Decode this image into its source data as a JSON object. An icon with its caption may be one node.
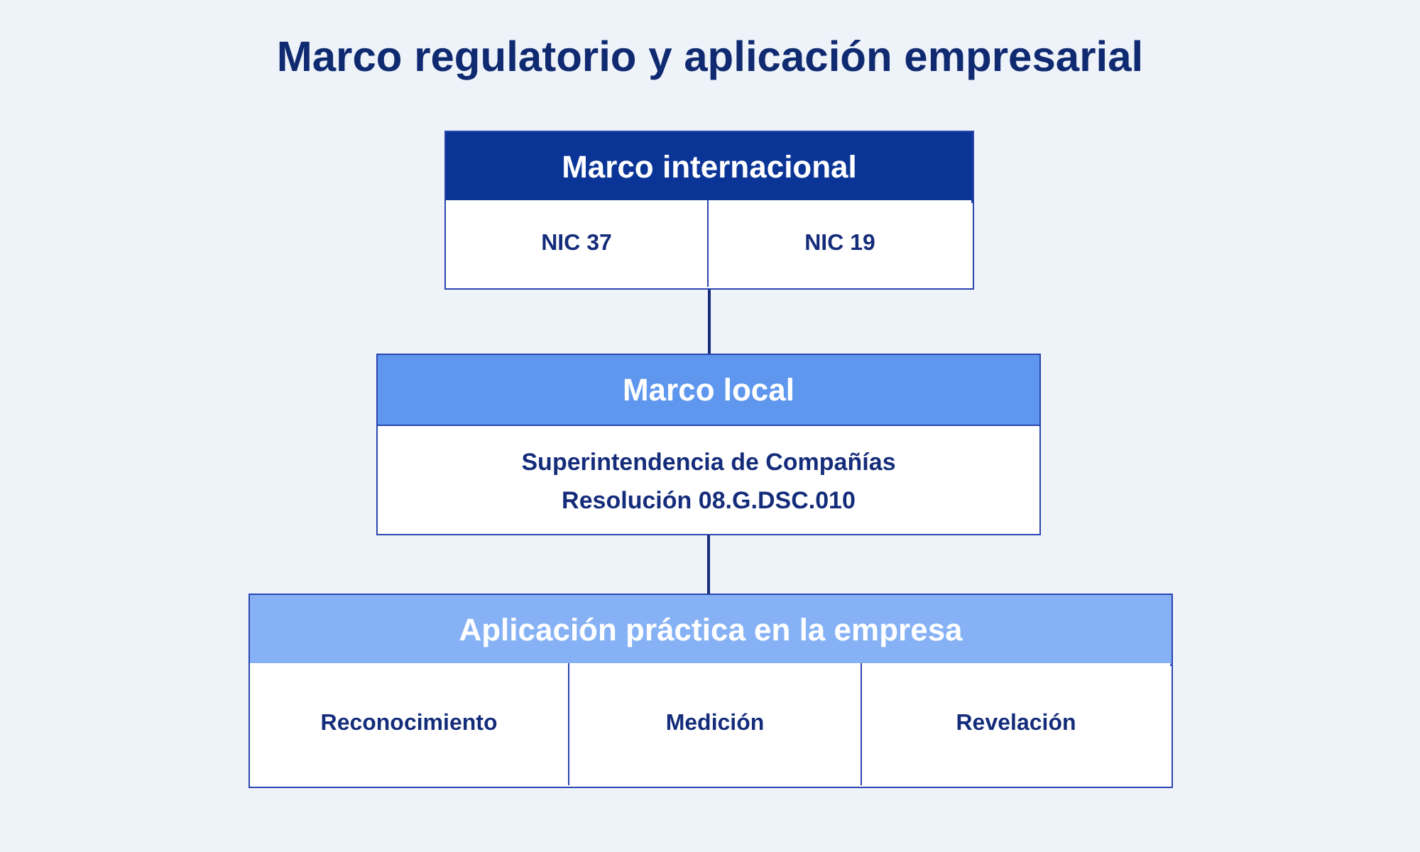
{
  "diagram": {
    "title": "Marco regulatorio y aplicación empresarial",
    "nodes": [
      {
        "text": [
          "Marco internacional"
        ]
      },
      {
        "text": [
          "NIC 37"
        ],
        "in": 0
      },
      {
        "text": [
          "NIC 19"
        ],
        "in": 0
      },
      {
        "text": [
          "Marco local",
          "Superintendencia de Compañías",
          "Resolución 08.G.DSC.010"
        ]
      },
      {
        "text": [
          "Aplicación práctica en la empresa"
        ]
      },
      {
        "text": [
          "Reconocimiento"
        ],
        "in": 4
      },
      {
        "text": [
          "Medición"
        ],
        "in": 4
      },
      {
        "text": [
          "Revelación"
        ],
        "in": 4
      }
    ],
    "edges": [
      {
        "from": 0,
        "to": 3,
        "arrow": "none"
      },
      {
        "from": 3,
        "to": 4,
        "arrow": "none"
      }
    ]
  }
}
